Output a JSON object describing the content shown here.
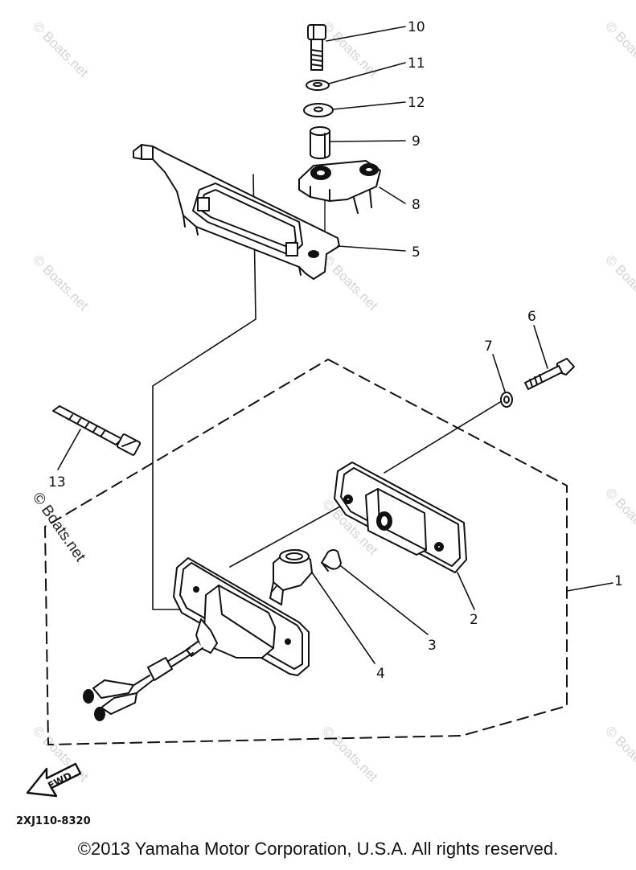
{
  "diagram": {
    "part_numbers": [
      "1",
      "2",
      "3",
      "4",
      "5",
      "6",
      "7",
      "8",
      "9",
      "10",
      "11",
      "12",
      "13"
    ],
    "fwd_label": "FWD",
    "drawing_code": "2XJ110-8320"
  },
  "watermark": {
    "text": "© Boats.net",
    "featured_text": "© Boats.net"
  },
  "footer": {
    "copyright": "©2013 Yamaha Motor Corporation, U.S.A. All rights reserved."
  },
  "colors": {
    "ink": "#111111",
    "watermark": "#d4d4d4",
    "background": "#ffffff"
  }
}
